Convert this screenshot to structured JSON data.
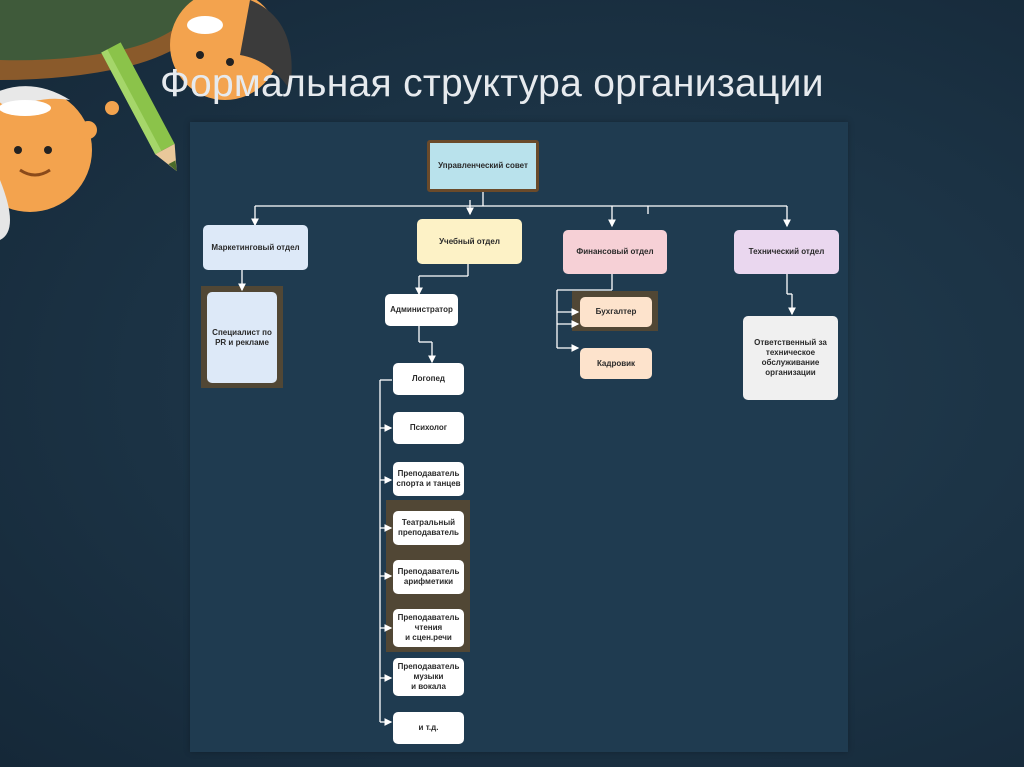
{
  "title": "Формальная структура организации",
  "chart": {
    "council": "Управленческий совет",
    "marketing": "Маркетинговый отдел",
    "pr_specialist": "Специалист по\nPR и рекламе",
    "education": "Учебный отдел",
    "administrator": "Администратор",
    "finance": "Финансовый отдел",
    "accountant": "Бухгалтер",
    "hr": "Кадровик",
    "technical": "Технический отдел",
    "tech_responsible": "Ответственный за\nтехническое\nобслуживание\nорганизации",
    "staff": [
      "Логопед",
      "Психолог",
      "Преподаватель\nспорта и танцев",
      "Театральный\nпреподаватель",
      "Преподаватель\nарифметики",
      "Преподаватель\nчтения\nи сцен.речи",
      "Преподаватель\nмузыки\nи вокала",
      "и т.д."
    ]
  }
}
